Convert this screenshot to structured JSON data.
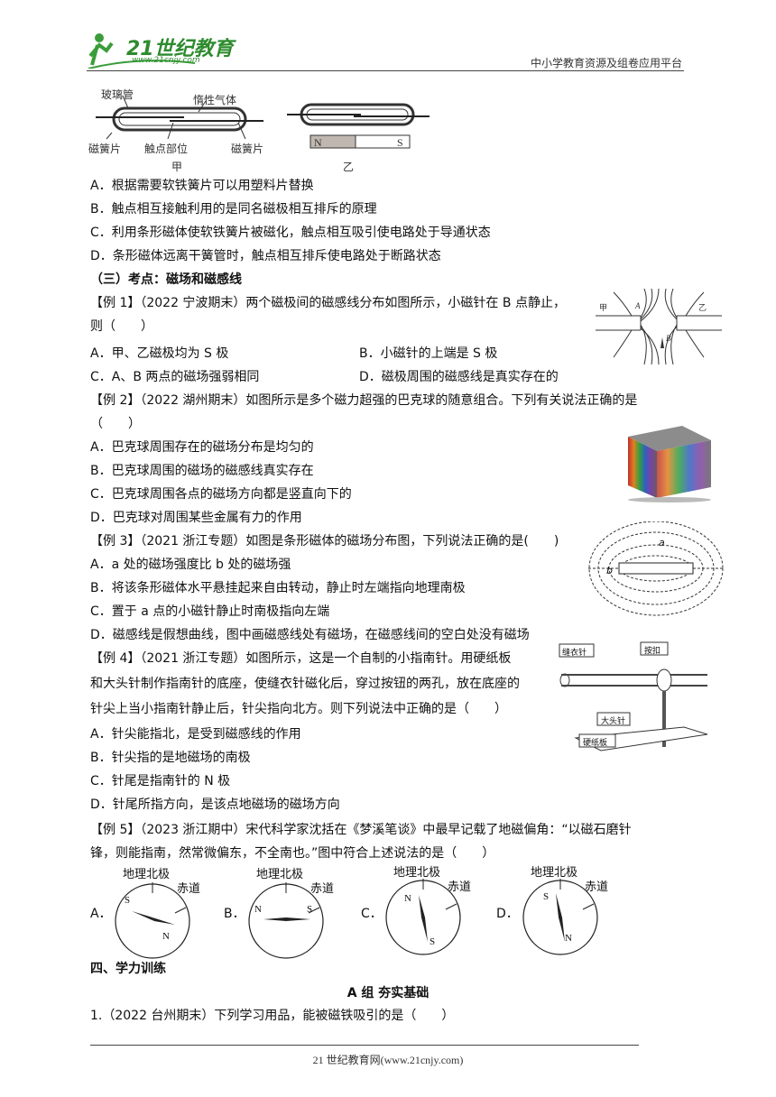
{
  "header": {
    "logo_text": "21世纪教育",
    "logo_url": "www.21cnjy.com",
    "right_text": "中小学教育资源及组卷应用平台"
  },
  "figure_reed": {
    "glass_tube": "玻璃管",
    "inert_gas": "惰性气体",
    "spring_left": "磁簧片",
    "contact": "触点部位",
    "spring_right": "磁簧片",
    "label_a": "甲",
    "magnet_n": "N",
    "magnet_s": "S",
    "label_b": "乙"
  },
  "q_reed_options": [
    "A．根据需要软铁簧片可以用塑料片替换",
    "B．触点相互接触利用的是同名磁极相互排斥的原理",
    "C．利用条形磁体使软铁簧片被磁化，触点相互吸引使电路处于导通状态",
    "D．条形磁体远离干簧管时，触点相互排斥使电路处于断路状态"
  ],
  "section3_title": "（三）考点：磁场和磁感线",
  "ex1": {
    "line1": "【例 1】（2022 宁波期末）两个磁极间的磁感线分布如图所示，小磁针在 B 点静止，",
    "line2": "则（　　）",
    "opt_a": "A．甲、乙磁极均为 S 极",
    "opt_b": "B．小磁针的上端是 S 极",
    "opt_c": "C．A、B 两点的磁场强弱相同",
    "opt_d": "D．磁极周围的磁感线是真实存在的",
    "fig_left": "甲",
    "fig_right": "乙",
    "fig_a": "A",
    "fig_b": "B"
  },
  "ex2": {
    "line1": "【例 2】（2022 湖州期末）如图所示是多个磁力超强的巴克球的随意组合。下列有关说法正确的是",
    "line2": "（　　）",
    "options": [
      "A．巴克球周围存在的磁场分布是均匀的",
      "B．巴克球周围的磁场的磁感线真实存在",
      "C．巴克球周围各点的磁场方向都是竖直向下的",
      "D．巴克球对周围某些金属有力的作用"
    ]
  },
  "ex3": {
    "line1": "【例 3】（2021 浙江专题）如图是条形磁体的磁场分布图，下列说法正确的是(　　)",
    "options": [
      "A．a 处的磁场强度比 b 处的磁场强",
      "B．将该条形磁体水平悬挂起来自由转动，静止时左端指向地理南极",
      "C．置于 a 点的小磁针静止时南极指向左端",
      "D．磁感线是假想曲线，图中画磁感线处有磁场，在磁感线间的空白处没有磁场"
    ],
    "fig_a": "a",
    "fig_b": "b"
  },
  "ex4": {
    "line1": "【例 4】（2021 浙江专题）如图所示，这是一个自制的小指南针。用硬纸板",
    "line2": "和大头针制作指南针的底座，使缝衣针磁化后，穿过按钮的两孔，放在底座的",
    "line3": "针尖上当小指南针静止后，针尖指向北方。则下列说法中正确的是（　　）",
    "options": [
      "A．针尖能指北，是受到磁感线的作用",
      "B．针尖指的是地磁场的南极",
      "C．针尾是指南针的 N 极",
      "D．针尾所指方向，是该点地磁场的磁场方向"
    ],
    "fig_needle": "缝衣针",
    "fig_button": "按扣",
    "fig_pin": "大头针",
    "fig_board": "硬纸板"
  },
  "ex5": {
    "line1": "【例 5】（2023 浙江期中）宋代科学家沈括在《梦溪笔谈》中最早记载了地磁偏角：“以磁石磨针",
    "line2": "锋，则能指南，然常微偏东，不全南也。”图中符合上述说法的是（　　）",
    "geo_north": "地理北极",
    "equator": "赤道",
    "choices": [
      "A．",
      "B．",
      "C．",
      "D．"
    ],
    "n": "N",
    "s": "S"
  },
  "section4_title": "四、学力训练",
  "group_a_title": "A 组  夯实基础",
  "q1": "1.（2022 台州期末）下列学习用品，能被磁铁吸引的是（　　）",
  "footer": "21 世纪教育网(www.21cnjy.com)"
}
